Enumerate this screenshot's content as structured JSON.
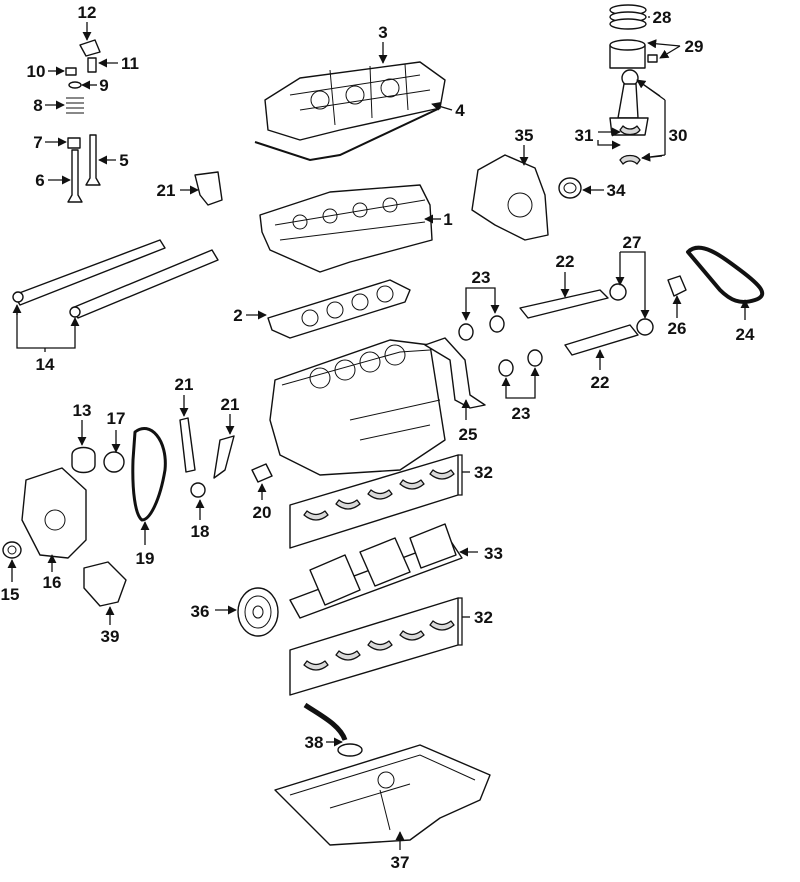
{
  "colors": {
    "line": "#111111",
    "shade": "#d9d9d9",
    "background": "#ffffff"
  },
  "callouts": {
    "c1": "1",
    "c2": "2",
    "c3": "3",
    "c4": "4",
    "c5": "5",
    "c6": "6",
    "c7": "7",
    "c8": "8",
    "c9": "9",
    "c10": "10",
    "c11": "11",
    "c12": "12",
    "c13": "13",
    "c14": "14",
    "c15": "15",
    "c16": "16",
    "c17": "17",
    "c18": "18",
    "c19": "19",
    "c20": "20",
    "c21": "21",
    "c22": "22",
    "c23": "23",
    "c24": "24",
    "c25": "25",
    "c26": "26",
    "c27": "27",
    "c28": "28",
    "c29": "29",
    "c30": "30",
    "c31": "31",
    "c32": "32",
    "c33": "33",
    "c34": "34",
    "c35": "35",
    "c36": "36",
    "c37": "37",
    "c38": "38",
    "c39": "39"
  }
}
